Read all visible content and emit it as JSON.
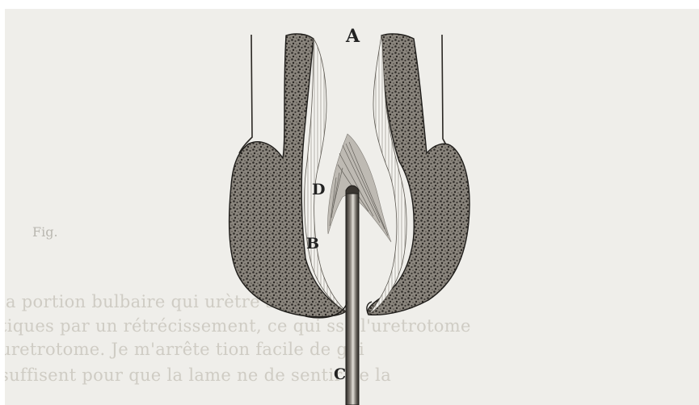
{
  "figure": {
    "labels": {
      "a": "A",
      "b": "B",
      "c": "C",
      "d": "D"
    },
    "caption_bleed": "Fig. ",
    "text_bleed": [
      "la portion bulbaire qui                     urètre sont re-",
      "tiques par un rétrécissement, ce qui             sse l'uretrotome",
      "uretrotome. Je m'arrête              tion facile de          gui",
      "suffisent pour que la lame ne             de sentir             de la",
      "                                                        "
    ]
  },
  "colors": {
    "paper": "#efeeea",
    "ink": "#222222",
    "tissue_fill": "#5a5650",
    "bleed_text": "#cfccc4"
  }
}
